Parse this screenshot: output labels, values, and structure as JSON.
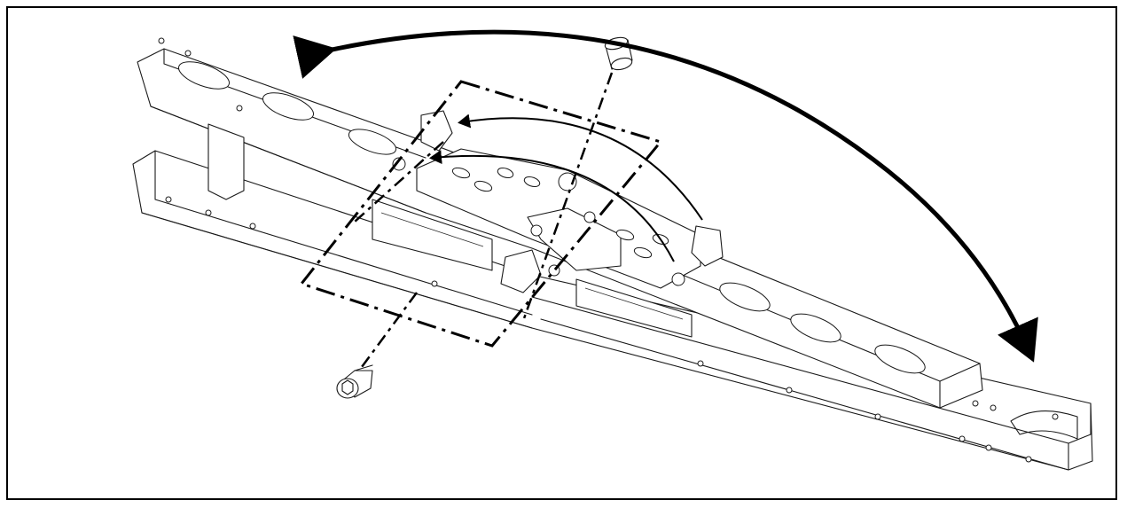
{
  "colors": {
    "line": "#1a1a1a",
    "background": "#ffffff",
    "accent": "#000000"
  },
  "diagram": {
    "parts": [
      "upper-rail",
      "lower-rail",
      "hinge-plate",
      "hinge-bracket",
      "bolt-top",
      "bolt-bottom"
    ],
    "annotations": [
      "rotation-arrow-large",
      "rotation-arrow-small-upper",
      "rotation-arrow-small-lower",
      "detail-frame",
      "bolt-axis-top",
      "bolt-axis-bottom"
    ]
  }
}
